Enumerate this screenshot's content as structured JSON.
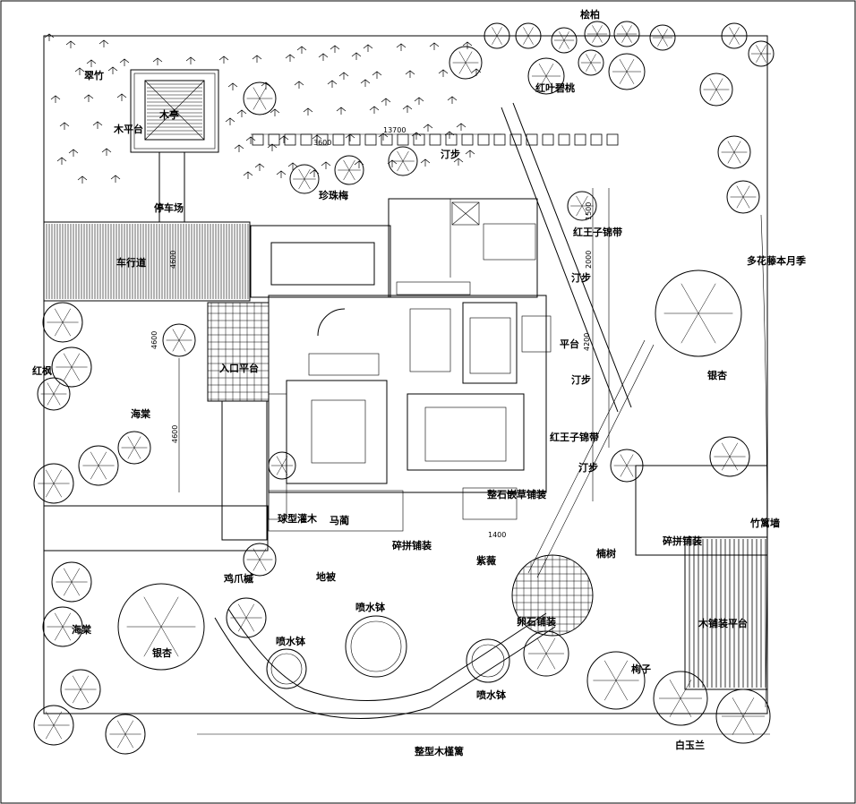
{
  "title": "Villa garden landscape plan",
  "labels": {
    "cuizhu": "翠竹",
    "muting": "木亭",
    "mupingtai": "木平台",
    "tingchechang": "停车场",
    "chexingdao": "车行道",
    "zhenzhumei": "珍珠梅",
    "guibai": "桧柏",
    "hongyebitao": "红叶碧桃",
    "dingbu1": "汀步",
    "dingbu2": "汀步",
    "dingbu3": "汀步",
    "dingbu4": "汀步",
    "hongwangzi1": "红王子锦带",
    "hongwangzi2": "红王子锦带",
    "yuejihua": "多花藤本月季",
    "yinxing1": "银杏",
    "yinxing2": "银杏",
    "pingtai": "平台",
    "rukoupingtai": "入口平台",
    "hongfeng": "红枫",
    "haitang1": "海棠",
    "haitang2": "海棠",
    "qiuxingguanmu": "球型灌木",
    "malin": "马蔺",
    "suishipuzhuang": "碎拼铺装",
    "jizhaoqi": "鸡爪槭",
    "dibei": "地被",
    "penshuibo1": "喷水钵",
    "penshuibo2": "喷水钵",
    "penshuibo3": "喷水钵",
    "zhengshi": "整石嵌草铺装",
    "kuiyanshu": "紫薇",
    "shanshu": "楠树",
    "luanshi": "卵石铺装",
    "bianzhu": "碎拼铺装",
    "zhuliqiang": "竹篱墙",
    "mupuzhuang": "木铺装平台",
    "xunzi": "栒子",
    "baiyulan": "白玉兰",
    "muxinli": "整型木槿篱"
  },
  "dimensions": {
    "d1": "13700",
    "d2": "4600",
    "d3": "3600",
    "d4": "4600",
    "d5": "1500",
    "d6": "4200",
    "d7": "2000",
    "d8": "4600",
    "d9": "1400"
  },
  "colors": {
    "line": "#000000",
    "background": "#ffffff"
  }
}
